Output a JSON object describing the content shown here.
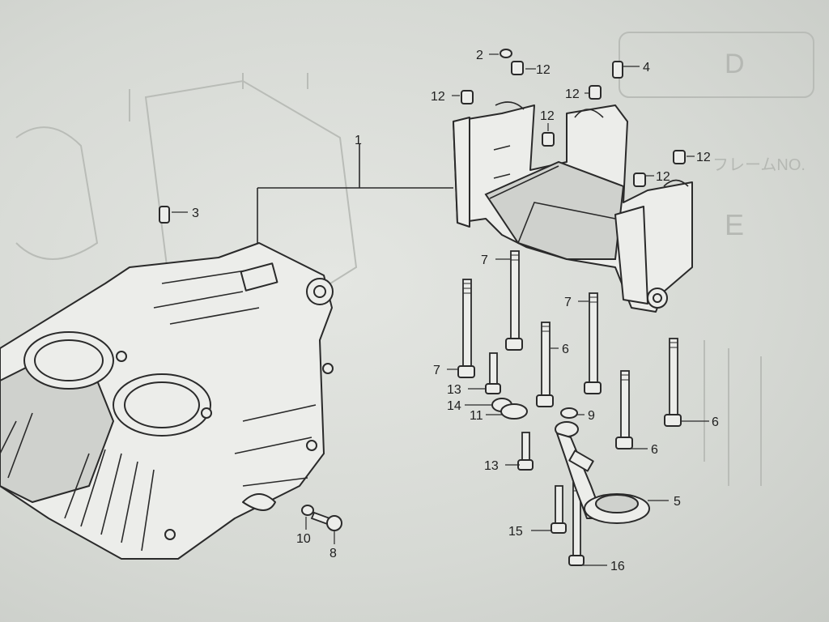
{
  "callouts": [
    {
      "id": "c1",
      "label": "1"
    },
    {
      "id": "c2",
      "label": "2"
    },
    {
      "id": "c3",
      "label": "3"
    },
    {
      "id": "c4",
      "label": "4"
    },
    {
      "id": "c5",
      "label": "5"
    },
    {
      "id": "c6a",
      "label": "6"
    },
    {
      "id": "c6b",
      "label": "6"
    },
    {
      "id": "c6c",
      "label": "6"
    },
    {
      "id": "c7a",
      "label": "7"
    },
    {
      "id": "c7b",
      "label": "7"
    },
    {
      "id": "c7c",
      "label": "7"
    },
    {
      "id": "c8",
      "label": "8"
    },
    {
      "id": "c9",
      "label": "9"
    },
    {
      "id": "c10",
      "label": "10"
    },
    {
      "id": "c11",
      "label": "11"
    },
    {
      "id": "c12a",
      "label": "12"
    },
    {
      "id": "c12b",
      "label": "12"
    },
    {
      "id": "c12c",
      "label": "12"
    },
    {
      "id": "c12d",
      "label": "12"
    },
    {
      "id": "c12e",
      "label": "12"
    },
    {
      "id": "c12f",
      "label": "12"
    },
    {
      "id": "c13a",
      "label": "13"
    },
    {
      "id": "c13b",
      "label": "13"
    },
    {
      "id": "c14",
      "label": "14"
    },
    {
      "id": "c15",
      "label": "15"
    },
    {
      "id": "c16",
      "label": "16"
    }
  ],
  "ghost_text": {
    "frame_code": "D",
    "section_code": "E",
    "katakana": "フレームNO."
  }
}
